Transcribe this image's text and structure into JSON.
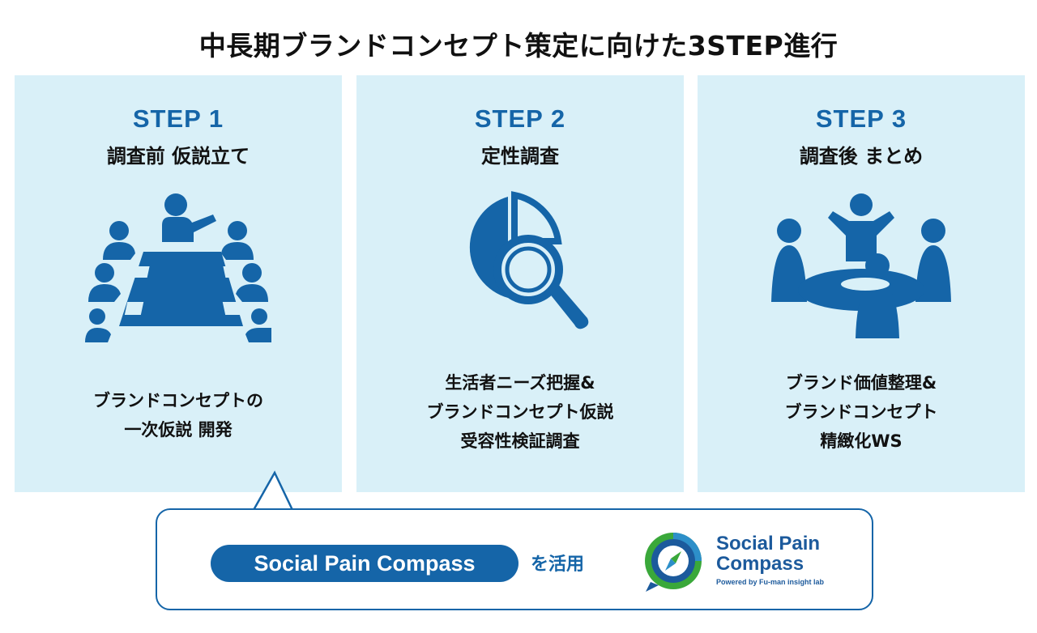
{
  "title": "中長期ブランドコンセプト策定に向けた3STEP進行",
  "steps": [
    {
      "step": "STEP 1",
      "subtitle": "調査前 仮説立て",
      "desc": [
        "ブランドコンセプトの",
        "一次仮説 開発"
      ]
    },
    {
      "step": "STEP 2",
      "subtitle": "定性調査",
      "desc": [
        "生活者ニーズ把握&",
        "ブランドコンセプト仮説",
        "受容性検証調査"
      ]
    },
    {
      "step": "STEP 3",
      "subtitle": "調査後 まとめ",
      "desc": [
        "ブランド価値整理&",
        "ブランドコンセプト",
        "精緻化WS"
      ]
    }
  ],
  "callout": {
    "pill": "Social Pain Compass",
    "suffix": "を活用",
    "logo": {
      "line1": "Social Pain",
      "line2": "Compass",
      "powered": "Powered by Fu-man insight lab"
    }
  },
  "colors": {
    "card_bg": "#d9f0f8",
    "accent": "#1565a8",
    "logo_green": "#3aa83a"
  }
}
